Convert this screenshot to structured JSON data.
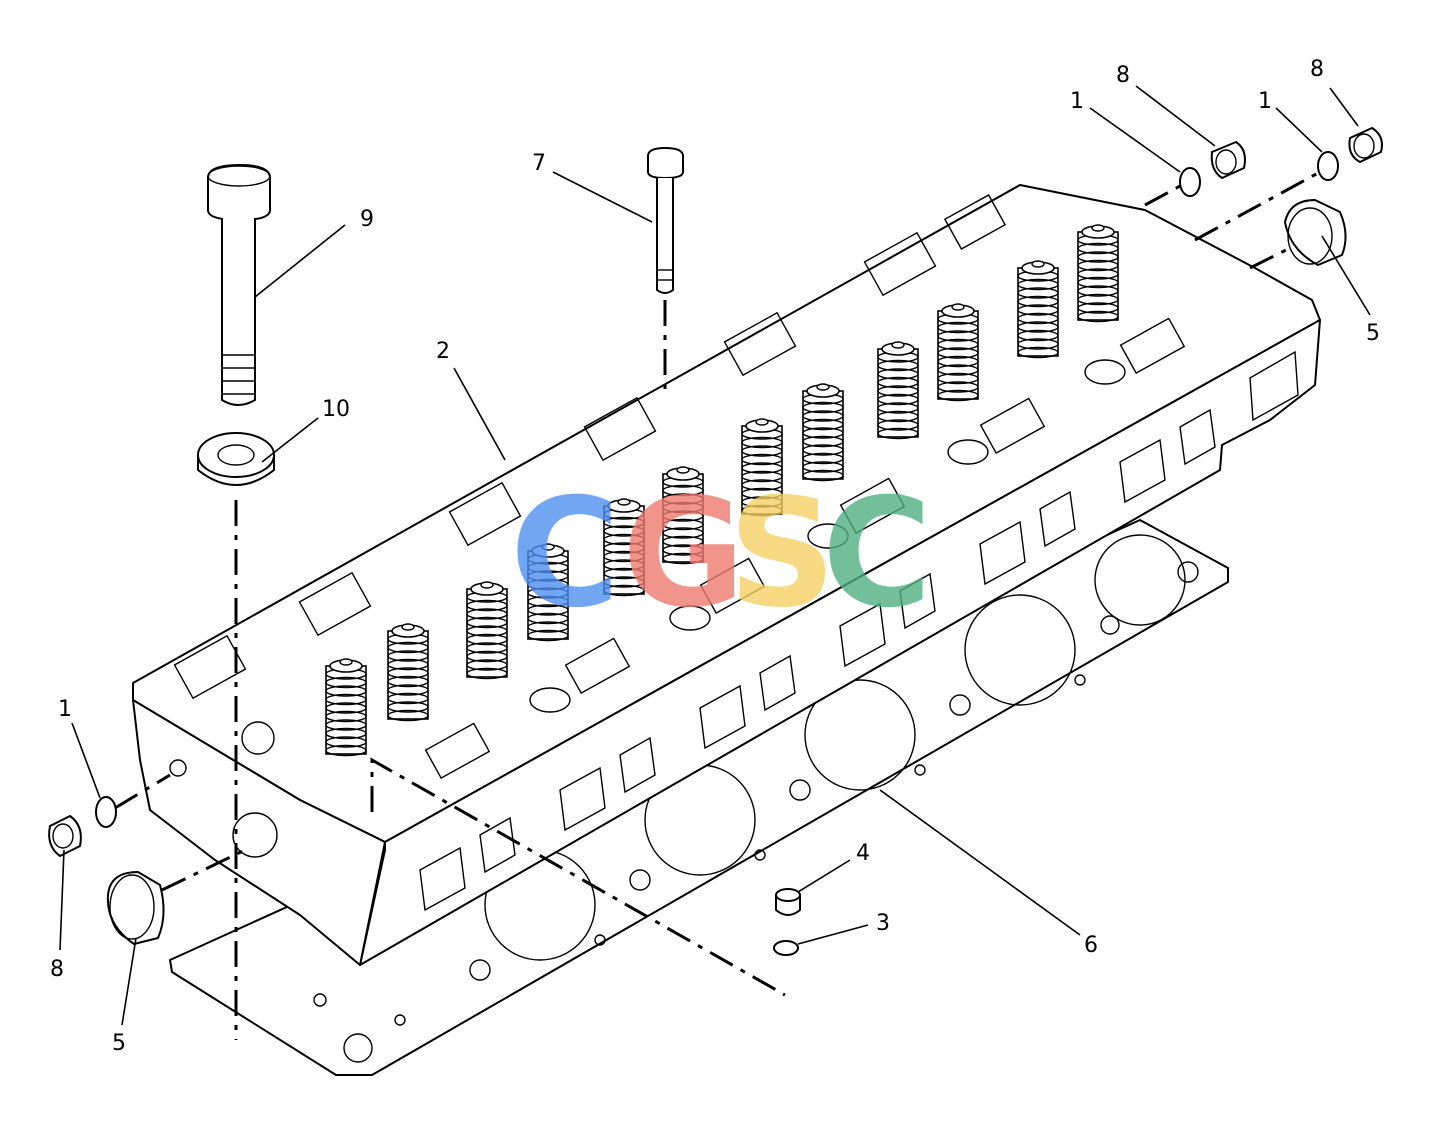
{
  "watermark": {
    "letters": [
      "C",
      "G",
      "S",
      "C"
    ],
    "colors": [
      "#4f8ff0",
      "#ee7a70",
      "#f5d063",
      "#4fb080"
    ]
  },
  "callouts": [
    {
      "id": "c1-tr",
      "text": "1"
    },
    {
      "id": "c8-tr",
      "text": "8"
    },
    {
      "id": "c1-tr2",
      "text": "1"
    },
    {
      "id": "c8-tr2",
      "text": "8"
    },
    {
      "id": "c5-r",
      "text": "5"
    },
    {
      "id": "c7",
      "text": "7"
    },
    {
      "id": "c9",
      "text": "9"
    },
    {
      "id": "c2",
      "text": "2"
    },
    {
      "id": "c10",
      "text": "10"
    },
    {
      "id": "c1-l",
      "text": "1"
    },
    {
      "id": "c8-l",
      "text": "8"
    },
    {
      "id": "c5-l",
      "text": "5"
    },
    {
      "id": "c4",
      "text": "4"
    },
    {
      "id": "c3",
      "text": "3"
    },
    {
      "id": "c6",
      "text": "6"
    }
  ]
}
